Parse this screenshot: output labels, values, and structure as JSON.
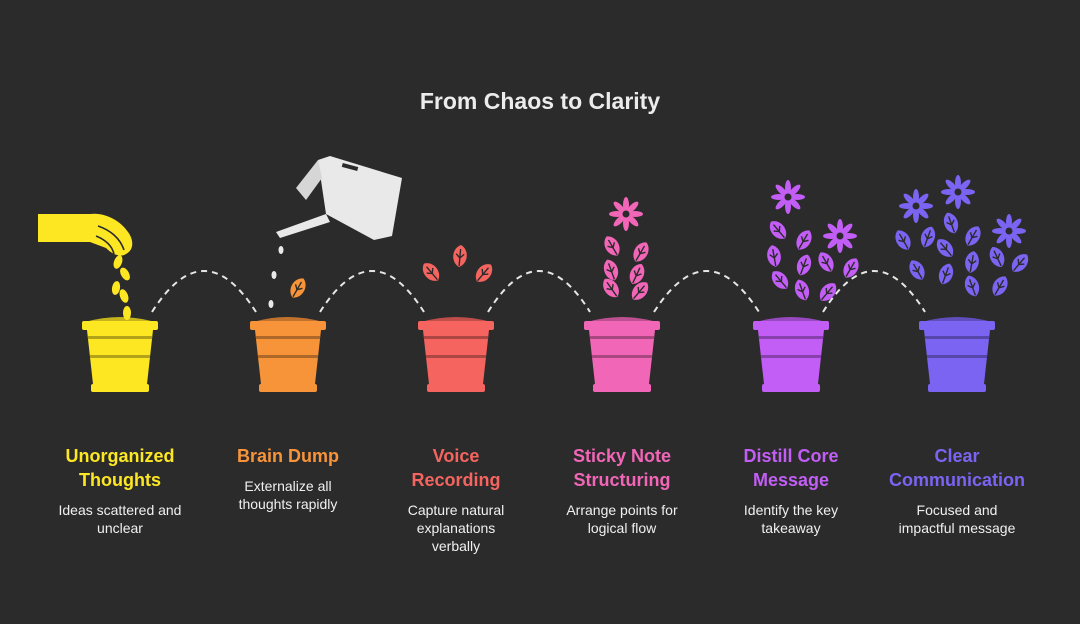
{
  "title": "From Chaos to Clarity",
  "colors": {
    "background": "#2b2b2b",
    "connector": "#e6e6e6",
    "yellow": "#fde723",
    "orange": "#f7943a",
    "red": "#f5645f",
    "pink": "#f266b8",
    "violet": "#c25df5",
    "indigo": "#7b64f2"
  },
  "stages": [
    {
      "label": "Unorganized\nThoughts",
      "description": "Ideas scattered and\nunclear",
      "color": "#fde723",
      "icon": "hand-dropping-seeds-icon"
    },
    {
      "label": "Brain Dump",
      "description": "Externalize all\nthoughts rapidly",
      "color": "#f7943a",
      "icon": "watering-can-icon"
    },
    {
      "label": "Voice\nRecording",
      "description": "Capture natural\nexplanations\nverbally",
      "color": "#f5645f",
      "icon": "sprouting-leaves-icon"
    },
    {
      "label": "Sticky Note\nStructuring",
      "description": "Arrange points for\nlogical flow",
      "color": "#f266b8",
      "icon": "budding-flower-icon"
    },
    {
      "label": "Distill Core\nMessage",
      "description": "Identify the key\ntakeaway",
      "color": "#c25df5",
      "icon": "blooming-plant-icon"
    },
    {
      "label": "Clear\nCommunication",
      "description": "Focused and\nimpactful message",
      "color": "#7b64f2",
      "icon": "flourishing-plant-icon"
    }
  ]
}
